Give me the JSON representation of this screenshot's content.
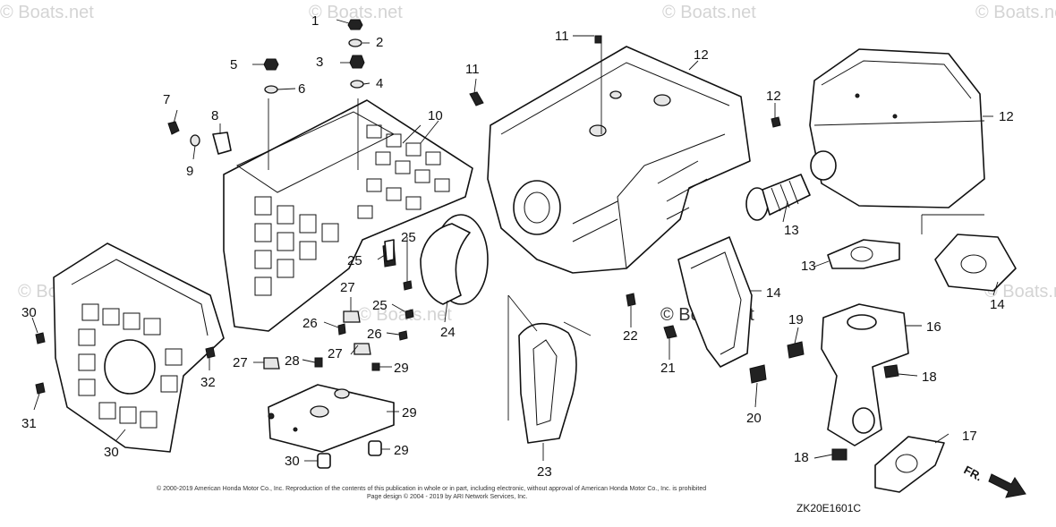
{
  "watermark": "© Boats.net",
  "callouts": [
    "1",
    "2",
    "3",
    "4",
    "5",
    "6",
    "7",
    "8",
    "9",
    "10",
    "11",
    "11",
    "12",
    "12",
    "12",
    "13",
    "13",
    "14",
    "14",
    "16",
    "17",
    "18",
    "18",
    "19",
    "20",
    "21",
    "22",
    "23",
    "24",
    "25",
    "25",
    "25",
    "26",
    "26",
    "27",
    "27",
    "27",
    "28",
    "29",
    "29",
    "29",
    "30",
    "30",
    "30",
    "31",
    "32"
  ],
  "copyright_line1": "© 2000-2019 American Honda Motor Co., Inc. Reproduction of the contents of this publication in whole or in part, including electronic, without approval of American Honda Motor Co., Inc. is prohibited",
  "copyright_line2": "Page design © 2004 - 2019 by ARI Network Services, Inc.",
  "diagram_code": "ZK20E1601C",
  "front_marker": "FR.",
  "colors": {
    "line": "#111111",
    "watermark": "#d4d4d4",
    "background": "#ffffff"
  }
}
